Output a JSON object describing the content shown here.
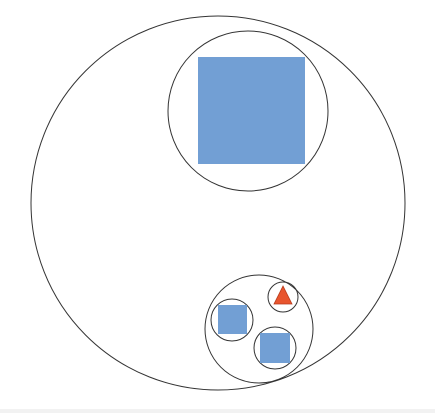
{
  "diagram": {
    "colors": {
      "background": "#ffffff",
      "stroke": "#333333",
      "square_fill": "#729fd4",
      "triangle_fill": "#e8552e",
      "triangle_stroke": "#b53a1c",
      "bottom_band": "#f2f2f2"
    },
    "nodes": [
      {
        "kind": "circle",
        "name": "outer-circle"
      },
      {
        "kind": "circle",
        "name": "top-circle"
      },
      {
        "kind": "square",
        "name": "large-square"
      },
      {
        "kind": "circle",
        "name": "small-group-circle"
      },
      {
        "kind": "circle",
        "name": "left-inner-circle"
      },
      {
        "kind": "square",
        "name": "left-small-square"
      },
      {
        "kind": "circle",
        "name": "right-top-inner-circle"
      },
      {
        "kind": "triangle",
        "name": "red-triangle"
      },
      {
        "kind": "circle",
        "name": "right-bottom-inner-circle"
      },
      {
        "kind": "square",
        "name": "right-bottom-small-square"
      }
    ]
  }
}
